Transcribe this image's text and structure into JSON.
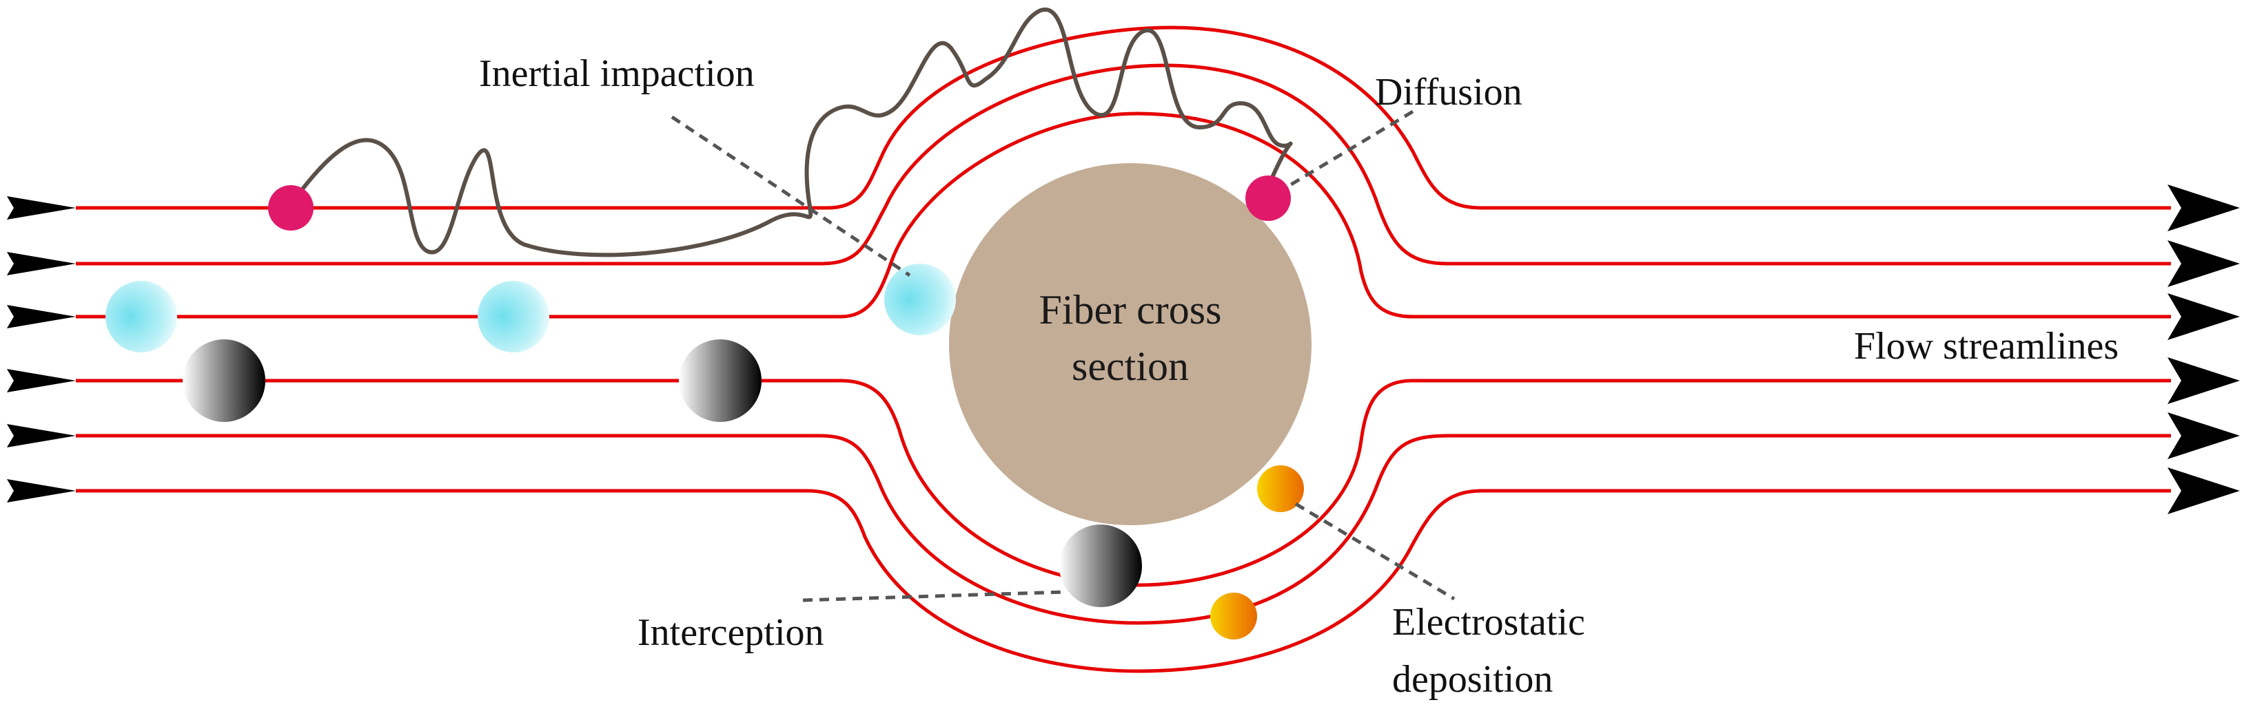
{
  "fiber": {
    "label_line1": "Fiber cross",
    "label_line2": "section"
  },
  "labels": {
    "inertial_impaction": "Inertial impaction",
    "diffusion": "Diffusion",
    "interception": "Interception",
    "electrostatic_line1": "Electrostatic",
    "electrostatic_line2": "deposition",
    "flow_streamlines": "Flow streamlines"
  },
  "colors": {
    "streamline": "#e60000",
    "fiber": "#c4ad96",
    "arrow": "#000000",
    "diffusion_particle": "#e0196a",
    "inertial_particle": "#7fe3f0",
    "interception_particle": "#222222",
    "electrostatic_particle": "#f08a00",
    "brownian_path": "#5a5048"
  }
}
